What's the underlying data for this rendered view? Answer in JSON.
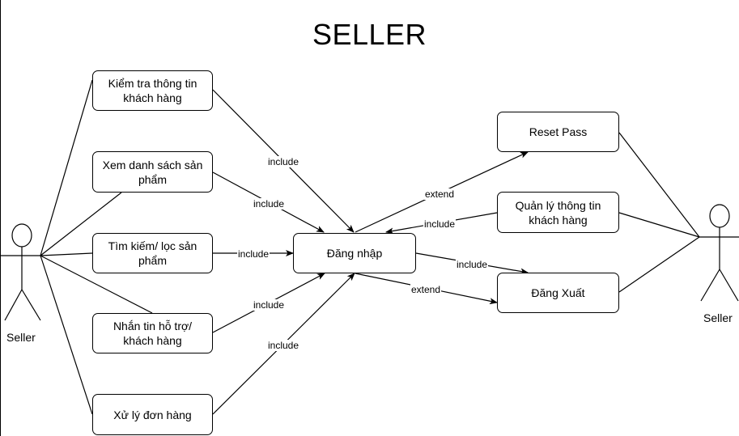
{
  "title": "SELLER",
  "actors": {
    "left": {
      "name": "Seller"
    },
    "right": {
      "name": "Seller"
    }
  },
  "use_cases": {
    "check_customer_info": "Kiểm tra thông tin khách hàng",
    "view_product_list": "Xem danh sách sản phẩm",
    "search_filter_product": "Tìm kiếm/ lọc sản phẩm",
    "message_support": "Nhắn tin hỗ trợ/ khách hàng",
    "process_orders": "Xử lý đơn hàng",
    "login": "Đăng nhập",
    "reset_pass": "Reset Pass",
    "manage_customer_info": "Quản lý thông tin khách hàng",
    "logout": "Đăng Xuất"
  },
  "relations": {
    "check_customer_info_to_login": "include",
    "view_product_list_to_login": "include",
    "search_filter_product_to_login": "include",
    "message_support_to_login": "include",
    "process_orders_to_login": "include",
    "login_to_reset_pass": "extend",
    "manage_customer_info_to_login": "include",
    "login_to_logout_include": "include",
    "login_to_logout_extend": "extend"
  }
}
